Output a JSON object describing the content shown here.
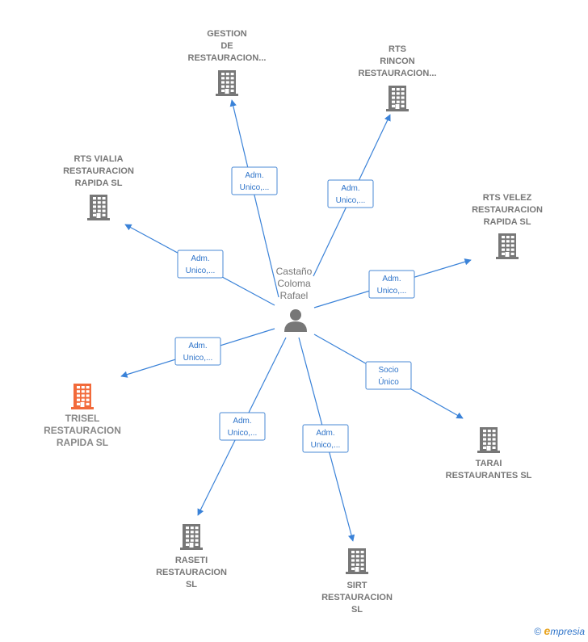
{
  "colors": {
    "edge": "#3a82d8",
    "building": "#777777",
    "building_highlight": "#f26a3a",
    "person": "#777777"
  },
  "center": {
    "icon": "person-icon",
    "name_lines": [
      "Castaño",
      "Coloma",
      "Rafael"
    ]
  },
  "nodes": [
    {
      "id": "gestion",
      "name_lines": [
        "GESTION",
        "DE",
        "RESTAURACION..."
      ],
      "highlight": false,
      "edge_lines": [
        "Adm.",
        "Unico,..."
      ]
    },
    {
      "id": "rts-rincon",
      "name_lines": [
        "RTS",
        "RINCON",
        "RESTAURACION..."
      ],
      "highlight": false,
      "edge_lines": [
        "Adm.",
        "Unico,..."
      ]
    },
    {
      "id": "rts-vialia",
      "name_lines": [
        "RTS VIALIA",
        "RESTAURACION",
        "RAPIDA  SL"
      ],
      "highlight": false,
      "edge_lines": [
        "Adm.",
        "Unico,..."
      ]
    },
    {
      "id": "rts-velez",
      "name_lines": [
        "RTS VELEZ",
        "RESTAURACION",
        "RAPIDA  SL"
      ],
      "highlight": false,
      "edge_lines": [
        "Adm.",
        "Unico,..."
      ]
    },
    {
      "id": "trisel",
      "name_lines": [
        "TRISEL",
        "RESTAURACION",
        "RAPIDA  SL"
      ],
      "highlight": true,
      "edge_lines": [
        "Adm.",
        "Unico,..."
      ]
    },
    {
      "id": "tarai",
      "name_lines": [
        "TARAI",
        "RESTAURANTES SL"
      ],
      "highlight": false,
      "edge_lines": [
        "Socio",
        "Único"
      ]
    },
    {
      "id": "raseti",
      "name_lines": [
        "RASETI",
        "RESTAURACION",
        "SL"
      ],
      "highlight": false,
      "edge_lines": [
        "Adm.",
        "Unico,..."
      ]
    },
    {
      "id": "sirt",
      "name_lines": [
        "SIRT",
        "RESTAURACION",
        "SL"
      ],
      "highlight": false,
      "edge_lines": [
        "Adm.",
        "Unico,..."
      ]
    }
  ],
  "footer": {
    "copyright": "©",
    "brand_initial": "e",
    "brand_rest": "mpresia"
  }
}
